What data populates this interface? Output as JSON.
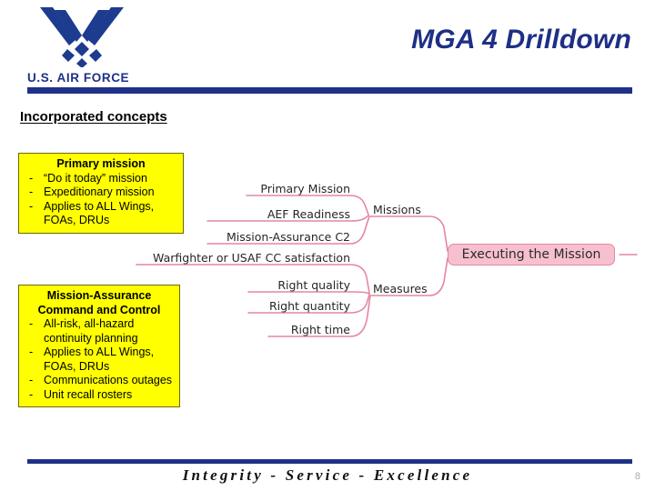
{
  "header": {
    "logo_icon": "usaf-wings-logo",
    "wordmark": "U.S. AIR FORCE",
    "title": "MGA 4 Drilldown",
    "brand_color": "#1f3188",
    "title_color": "#1e2f86"
  },
  "section": {
    "heading": "Incorporated concepts"
  },
  "callouts": [
    {
      "name": "primary-mission",
      "title": "Primary mission",
      "bullet_marker": "-",
      "items": [
        "“Do it today” mission",
        "Expeditionary mission",
        "Applies to ALL Wings, FOAs, DRUs"
      ],
      "background": "#ffff00"
    },
    {
      "name": "mission-assurance-command-and-control",
      "title": "Mission-Assurance\nCommand and Control",
      "bullet_marker": "-",
      "items": [
        "All-risk, all-hazard continuity planning",
        "Applies to ALL Wings, FOAs, DRUs",
        "Communications outages",
        "Unit recall rosters"
      ],
      "background": "#ffff00"
    }
  ],
  "mindmap": {
    "line_color": "#e4879f",
    "text_color": "#262626",
    "central_node": {
      "label": "Executing the Mission",
      "fill": "#f7c0cf",
      "border": "#e4879f"
    },
    "branches": [
      {
        "name": "missions",
        "label": "Missions",
        "children": [
          "Primary Mission",
          "AEF Readiness",
          "Mission-Assurance C2"
        ]
      },
      {
        "name": "measures",
        "label": "Measures",
        "children": [
          "Warfighter or USAF CC satisfaction",
          "Right quality",
          "Right quantity",
          "Right time"
        ]
      }
    ]
  },
  "footer": {
    "motto": "Integrity - Service - Excellence",
    "page_number": "8"
  }
}
